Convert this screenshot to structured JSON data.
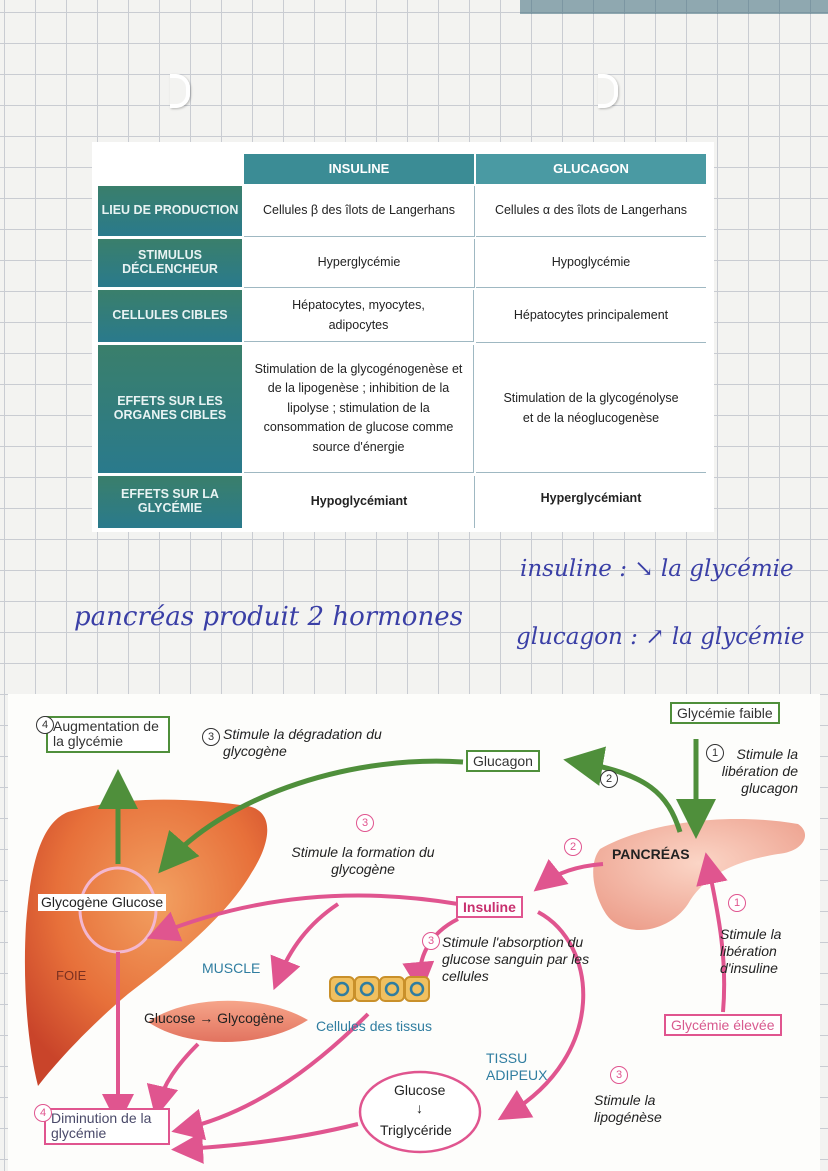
{
  "table": {
    "col_insulin": "INSULINE",
    "col_glucagon": "GLUCAGON",
    "rows": [
      {
        "header": "LIEU DE PRODUCTION",
        "insulin": "Cellules β des îlots de Langerhans",
        "glucagon": "Cellules α des îlots de Langerhans"
      },
      {
        "header": "STIMULUS DÉCLENCHEUR",
        "insulin": "Hyperglycémie",
        "glucagon": "Hypoglycémie"
      },
      {
        "header": "CELLULES CIBLES",
        "insulin": "Hépatocytes, myocytes, adipocytes",
        "glucagon": "Hépatocytes principalement"
      },
      {
        "header": "EFFETS SUR LES ORGANES CIBLES",
        "insulin": "Stimulation de la glycogénogenèse et de la lipogenèse ; inhibition de la lipolyse ; stimulation de la consommation de glucose comme source d'énergie",
        "glucagon": "Stimulation de la glycogénolyse et de la néoglucogenèse"
      },
      {
        "header": "EFFETS SUR LA GLYCÉMIE",
        "insulin": "Hypoglycémiant",
        "glucagon": "Hyperglycémiant"
      }
    ]
  },
  "handwriting": {
    "main": "pancréas produit 2 hormones",
    "insuline": "insuline : ↘ la glycémie",
    "glucagon": "glucagon : ↗ la glycémie"
  },
  "diagram": {
    "augmentation": "Augmentation de la glycémie",
    "step3_glucagon": "Stimule la dégradation du glycogène",
    "glucagon_box": "Glucagon",
    "glycemie_faible": "Glycémie faible",
    "step1_glucagon": "Stimule la libération de glucagon",
    "pancreas": "PANCRÉAS",
    "step3_insulin": "Stimule la formation du glycogène",
    "insuline_box": "Insuline",
    "step3_absorption": "Stimule l'absorption du glucose sanguin par les cellules",
    "glycogene_glucose": "Glycogène  Glucose",
    "foie": "FOIE",
    "muscle": "MUSCLE",
    "muscle_conversion": "Glucose → Glycogène",
    "cellules_tissus": "Cellules des tissus",
    "step1_insulin": "Stimule la libération d'insuline",
    "glycemie_elevee": "Glycémie élevée",
    "tissu_adipeux": "TISSU ADIPEUX",
    "glucose": "Glucose",
    "arrow_down": "↓",
    "triglyceride": "Triglycéride",
    "step3_lipogenese": "Stimule la lipogénèse",
    "diminution": "Diminution de la glycémie",
    "n1": "1",
    "n2": "2",
    "n3": "3",
    "n4": "4"
  }
}
